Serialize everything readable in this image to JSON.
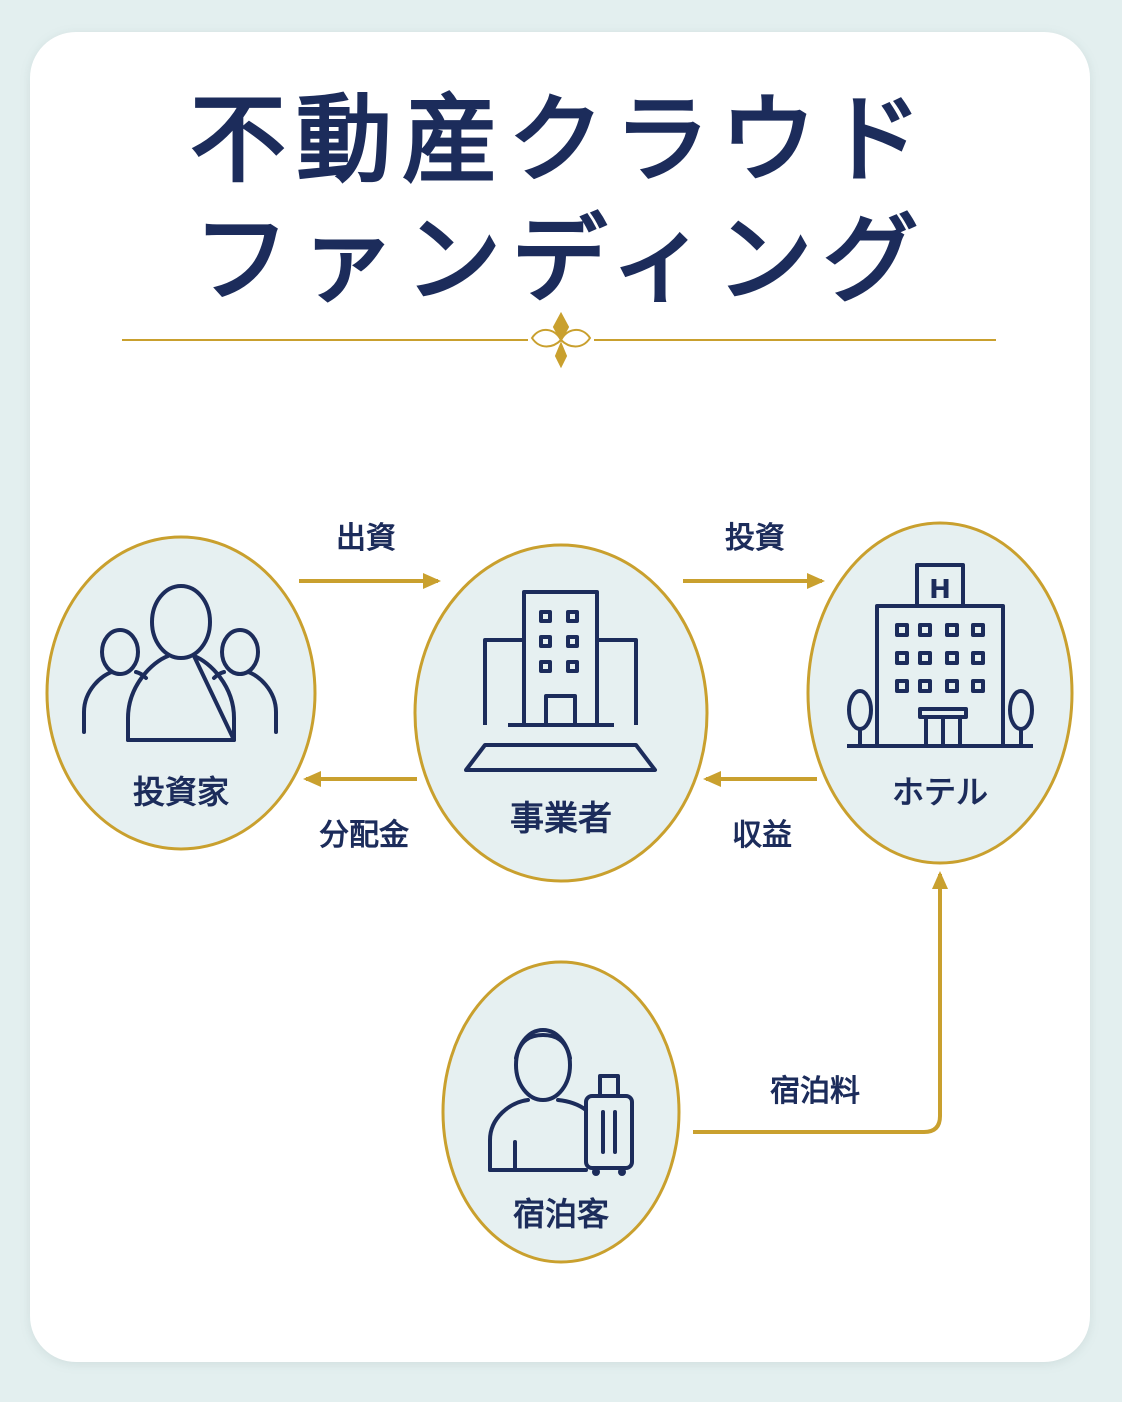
{
  "title": {
    "line1": "不動産クラウド",
    "line2": "ファンディング"
  },
  "nodes": {
    "investor": "投資家",
    "operator": "事業者",
    "hotel": "ホテル",
    "guest": "宿泊客"
  },
  "flows": {
    "contribution": "出資",
    "investment": "投資",
    "dividend": "分配金",
    "revenue": "収益",
    "lodging_fee": "宿泊料"
  },
  "hotel_sign": "H",
  "colors": {
    "navy": "#1c2c5b",
    "gold": "#c9a02e",
    "circle_fill": "#e6f0f1",
    "background": "#e3efef"
  },
  "icons": {
    "investor": "people-group-icon",
    "operator": "office-building-icon",
    "hotel": "hotel-building-icon",
    "guest": "traveler-with-suitcase-icon",
    "divider": "fleur-ornament-icon"
  }
}
